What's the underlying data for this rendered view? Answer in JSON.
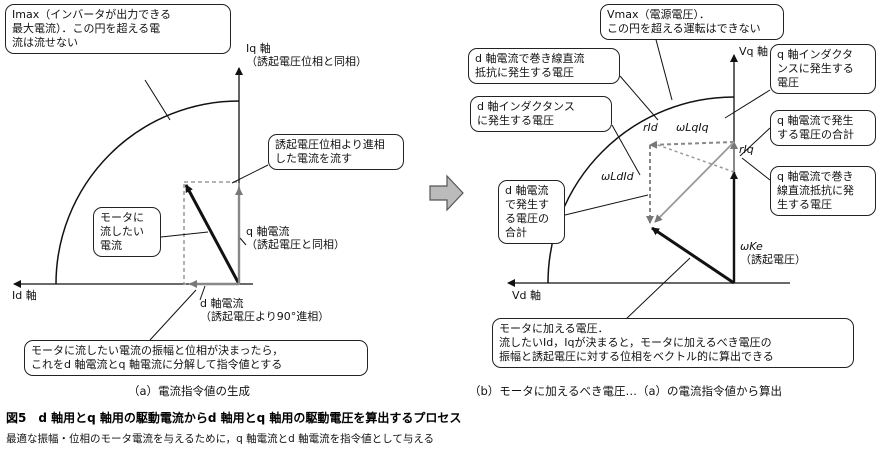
{
  "left": {
    "imax_box": [
      "Imax（インバータが出力できる",
      "最大電流）．この円を超える電",
      "流は流せない"
    ],
    "iq_axis": [
      "Iq 軸",
      "（誘起電圧位相と同相）"
    ],
    "lead_box": [
      "誘起電圧位相より進相",
      "した電流を流す"
    ],
    "motor_box": [
      "モータに",
      "流したい",
      "電流"
    ],
    "q_current": [
      "q 軸電流",
      "（誘起電圧と同相）"
    ],
    "id_axis": "Id 軸",
    "d_current": [
      "d 軸電流",
      "（誘起電圧より90°進相）"
    ],
    "bottom_box": [
      "モータに流したい電流の振幅と位相が決まったら，",
      "これをd 軸電流とq 軸電流に分解して指令値とする"
    ],
    "caption": "（a）電流指令値の生成"
  },
  "right": {
    "vmax_box": [
      "Vmax（電源電圧）．",
      "この円を超える運転はできない"
    ],
    "vq_axis": "Vq 軸",
    "vd_axis": "Vd 軸",
    "d_res_box": [
      "d 軸電流で巻き線直流",
      "抵抗に発生する電圧"
    ],
    "d_ind_box": [
      "d 軸インダクタンス",
      "に発生する電圧"
    ],
    "q_ind_box": [
      "q 軸インダクタ",
      "ンスに発生する",
      "電圧"
    ],
    "q_sum_box": [
      "q 軸電流で発生",
      "する電圧の合計"
    ],
    "q_res_box": [
      "q 軸電流で巻き",
      "線直流抵抗に発",
      "生する電圧"
    ],
    "d_sum_box": [
      "d 軸電流",
      "で発生す",
      "る電圧の",
      "合計"
    ],
    "rid": "rId",
    "wlqiq": "ωLqIq",
    "riq": "rIq",
    "wldid": "ωLdId",
    "wke": [
      "ωKe",
      "（誘起電圧）"
    ],
    "bottom_box": [
      "モータに加える電圧．",
      "流したいId，Iqが決まると，モータに加えるべき電圧の",
      "振幅と誘起電圧に対する位相をベクトル的に算出できる"
    ],
    "caption": "（b）モータに加えるべき電圧…（a）の電流指令値から算出"
  },
  "figure": {
    "title": "図5　d 軸用とq 軸用の駆動電流からd 軸用とq 軸用の駆動電圧を算出するプロセス",
    "subtitle": "最適な振幅・位相のモータ電流を与えるために，q 軸電流とd 軸電流を指令値として与える"
  }
}
